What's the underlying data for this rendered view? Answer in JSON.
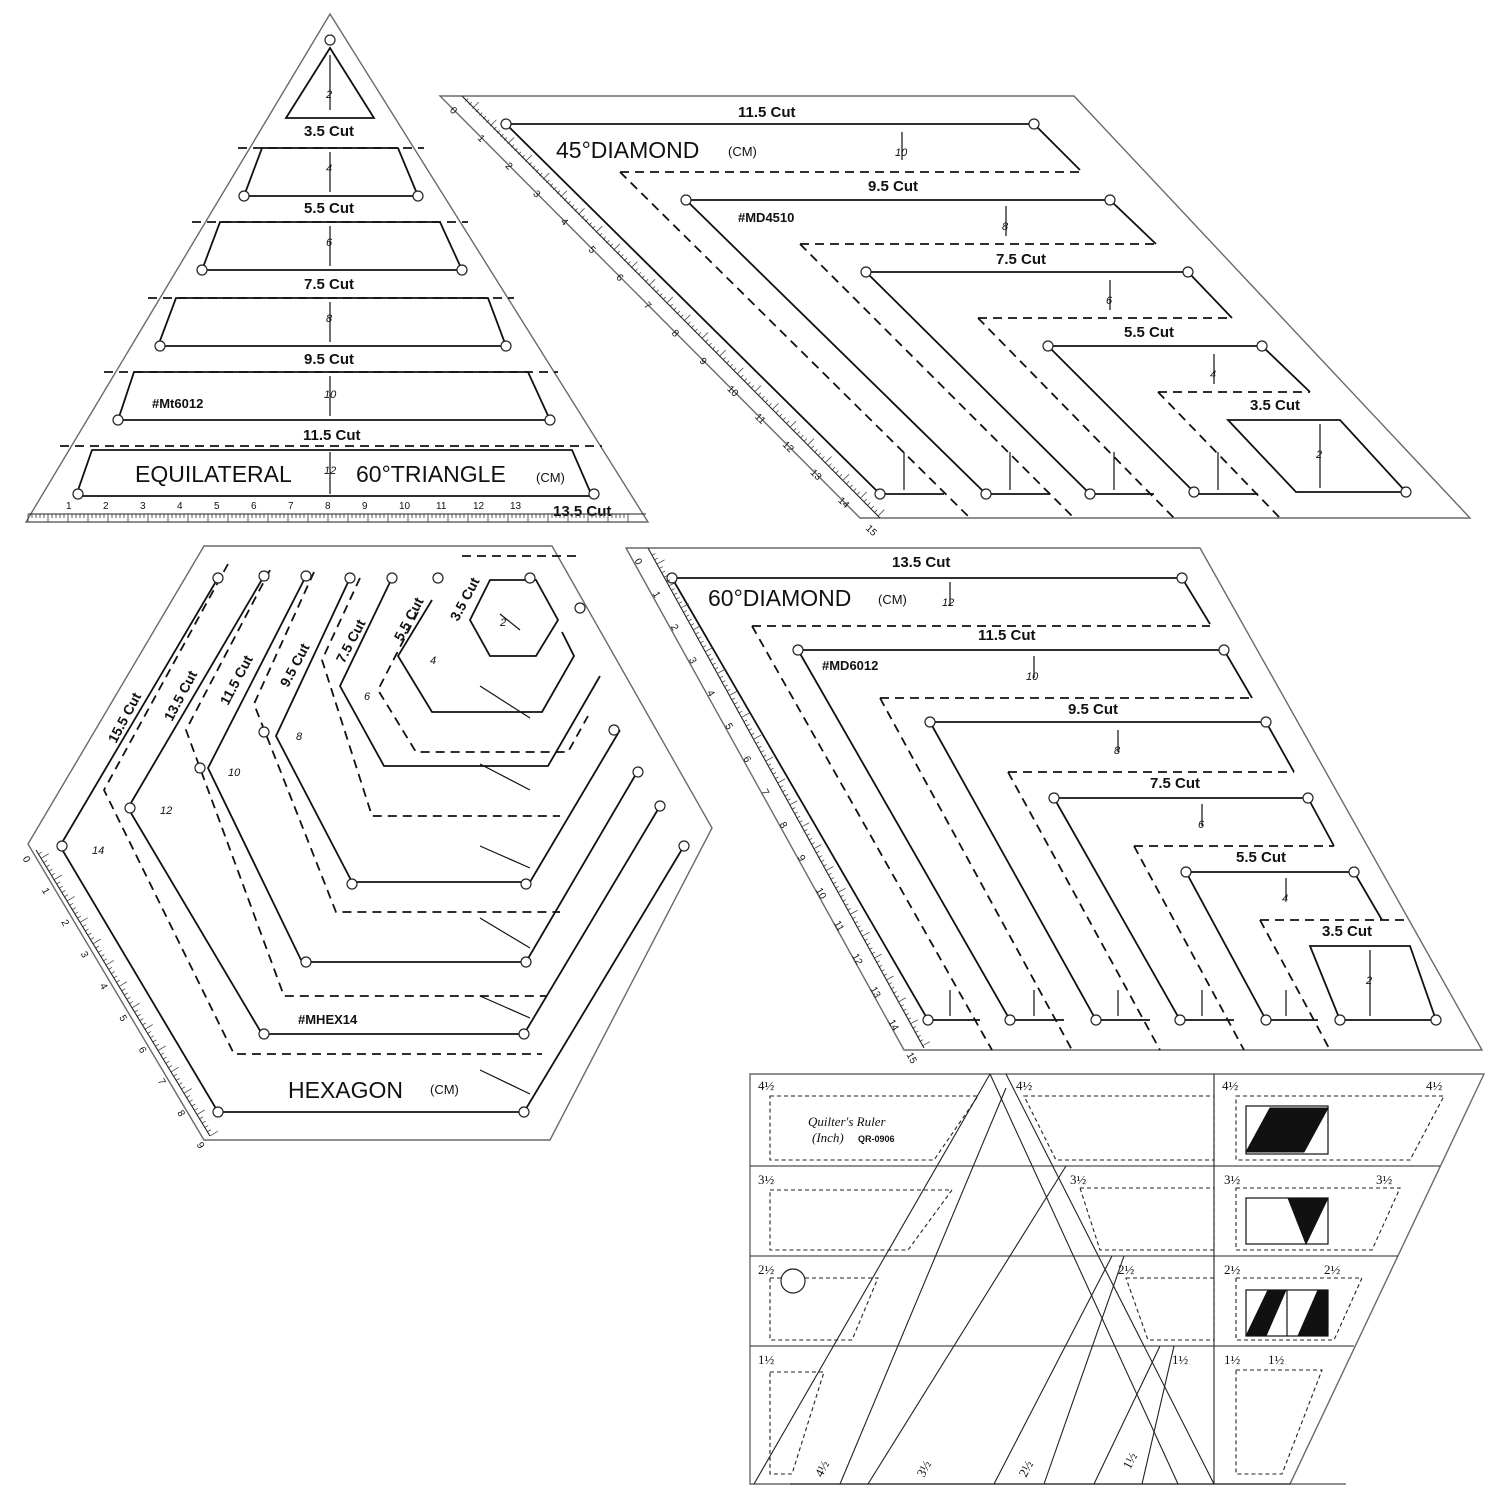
{
  "triangle": {
    "title": "EQUILATERAL",
    "title2": "60°TRIANGLE",
    "unit": "(CM)",
    "code": "#Mt6012",
    "cuts": [
      "3.5 Cut",
      "5.5 Cut",
      "7.5 Cut",
      "9.5 Cut",
      "11.5 Cut",
      "13.5 Cut"
    ],
    "sizes": [
      "2",
      "4",
      "6",
      "8",
      "10",
      "12"
    ],
    "ruler_ticks": [
      "1",
      "2",
      "3",
      "4",
      "5",
      "6",
      "7",
      "8",
      "9",
      "10",
      "11",
      "12",
      "13"
    ]
  },
  "diamond45": {
    "title": "45°DIAMOND",
    "unit": "(CM)",
    "code": "#MD4510",
    "cuts": [
      "11.5 Cut",
      "9.5 Cut",
      "7.5 Cut",
      "5.5 Cut",
      "3.5 Cut"
    ],
    "sizes": [
      "10",
      "8",
      "6",
      "4",
      "2"
    ],
    "ruler_ticks": [
      "0",
      "1",
      "2",
      "3",
      "4",
      "5",
      "6",
      "7",
      "8",
      "9",
      "10",
      "11",
      "12",
      "13",
      "14",
      "15"
    ]
  },
  "hexagon": {
    "title": "HEXAGON",
    "unit": "(CM)",
    "code": "#MHEX14",
    "cuts": [
      "15.5 Cut",
      "13.5 Cut",
      "11.5 Cut",
      "9.5 Cut",
      "7.5 Cut",
      "5.5 Cut",
      "3.5 Cut"
    ],
    "sizes": [
      "14",
      "12",
      "10",
      "8",
      "6",
      "4",
      "2"
    ],
    "ruler_ticks": [
      "0",
      "1",
      "2",
      "3",
      "4",
      "5",
      "6",
      "7",
      "8",
      "9"
    ]
  },
  "diamond60": {
    "title": "60°DIAMOND",
    "unit": "(CM)",
    "code": "#MD6012",
    "cuts": [
      "13.5 Cut",
      "11.5 Cut",
      "9.5 Cut",
      "7.5 Cut",
      "5.5 Cut",
      "3.5 Cut"
    ],
    "sizes": [
      "12",
      "10",
      "8",
      "6",
      "4",
      "2"
    ],
    "ruler_ticks": [
      "0",
      "1",
      "2",
      "3",
      "4",
      "5",
      "6",
      "7",
      "8",
      "9",
      "10",
      "11",
      "12",
      "13",
      "14",
      "15"
    ]
  },
  "quilters": {
    "name": "Quilter's Ruler",
    "unit": "(Inch)",
    "code": "QR-0906",
    "fractions": {
      "f45": "4½",
      "f35": "3½",
      "f25": "2½",
      "f15": "1½"
    }
  }
}
